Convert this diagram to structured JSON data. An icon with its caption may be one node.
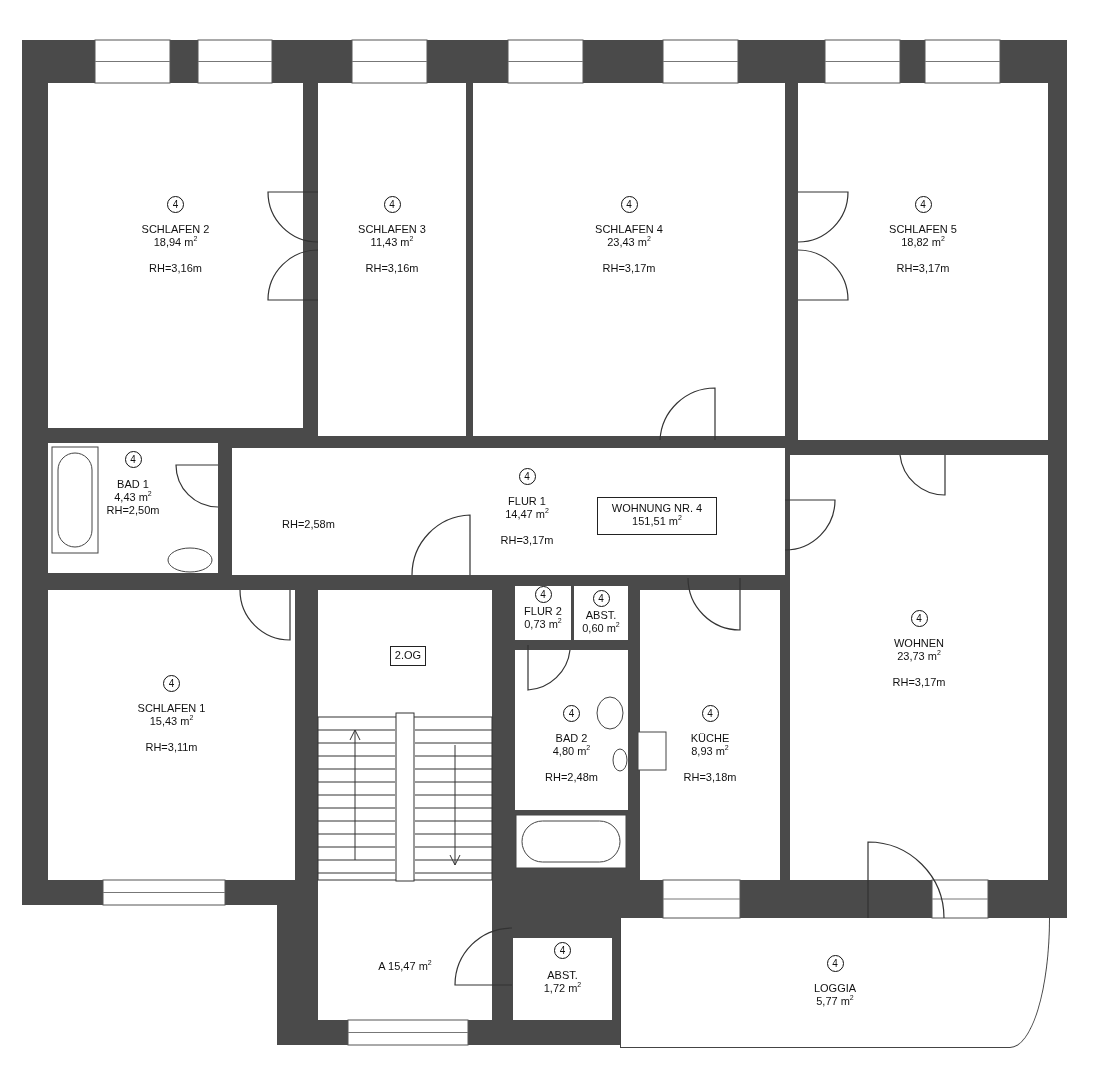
{
  "diagram": {
    "nodes": [
      {
        "text": [
          "4",
          "SCHLAFEN 2",
          "18,94 m$^{2}$",
          "RH=3,16m"
        ]
      },
      {
        "text": [
          "4",
          "SCHLAFEN 3",
          "11,43 m$^{2}$",
          "RH=3,16m"
        ]
      },
      {
        "text": [
          "4",
          "SCHLAFEN 4",
          "23,43 m$^{2}$",
          "RH=3,17m"
        ]
      },
      {
        "text": [
          "4",
          "SCHLAFEN 5",
          "18,82 m$^{2}$",
          "RH=3,17m"
        ]
      },
      {
        "text": [
          "4",
          "BAD 1",
          "4,43 m$^{2}$",
          "RH=2,50m"
        ]
      },
      {
        "text": [
          "4",
          "FLUR 1",
          "14,47 m$^{2}$",
          "RH=3,17m",
          "RH=2,58m"
        ]
      },
      {
        "text": [
          "WOHNUNG NR. 4",
          "151,51 m$^{2}$"
        ],
        "in": 5
      },
      {
        "text": [
          "4",
          "FLUR 2",
          "0,73 m$^{2}$"
        ]
      },
      {
        "text": [
          "4",
          "ABST.",
          "0,60 m$^{2}$"
        ]
      },
      {
        "text": [
          "4",
          "WOHNEN",
          "23,73 m$^{2}$",
          "RH=3,17m"
        ]
      },
      {
        "text": [
          "4",
          "SCHLAFEN 1",
          "15,43 m$^{2}$",
          "RH=3,11m"
        ]
      },
      {
        "text": [
          "A 15,47 m$^{2}$"
        ]
      },
      {
        "text": [
          "2.OG"
        ],
        "in": 11
      },
      {
        "text": [
          "4",
          "BAD 2",
          "4,80 m$^{2}$",
          "RH=2,48m"
        ]
      },
      {
        "text": [
          "4",
          "KÜCHE",
          "8,93 m$^{2}$",
          "RH=3,18m"
        ]
      },
      {
        "text": [
          "4",
          "ABST.",
          "1,72 m$^{2}$"
        ]
      },
      {
        "text": [
          "4",
          "LOGGIA",
          "5,77 m$^{2}$"
        ]
      }
    ]
  }
}
